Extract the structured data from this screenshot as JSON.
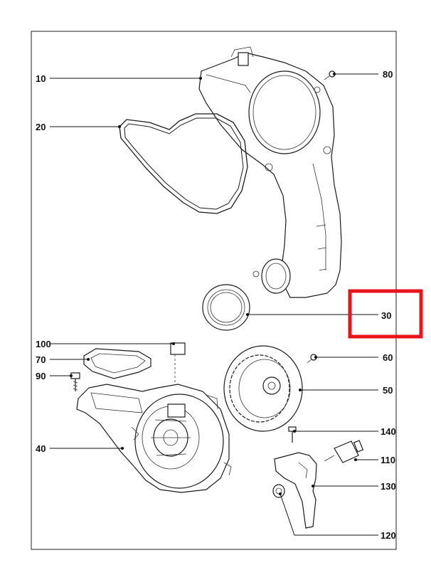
{
  "callouts": [
    {
      "id": "10"
    },
    {
      "id": "20"
    },
    {
      "id": "80"
    },
    {
      "id": "30"
    },
    {
      "id": "100"
    },
    {
      "id": "70"
    },
    {
      "id": "90"
    },
    {
      "id": "40"
    },
    {
      "id": "60"
    },
    {
      "id": "50"
    },
    {
      "id": "140"
    },
    {
      "id": "110"
    },
    {
      "id": "130"
    },
    {
      "id": "120"
    }
  ],
  "highlight": {
    "target": "30",
    "color": "#e8141b"
  },
  "colors": {
    "line": "#1a1a1a",
    "background": "#ffffff"
  }
}
